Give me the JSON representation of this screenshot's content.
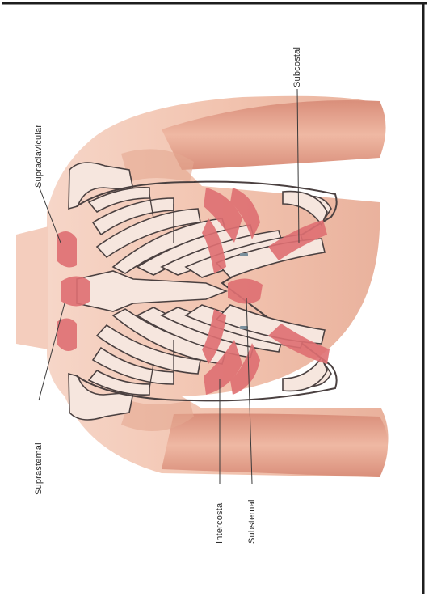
{
  "figure": {
    "labels": {
      "supraclavicular": "Supraclavicular",
      "subcostal": "Subcostal",
      "suprasternal": "Suprasternal",
      "intercostal": "Intercostal",
      "substernal": "Substernal"
    },
    "colors": {
      "background": "#ffffff",
      "skin": "#f2c4b0",
      "skin_shadow": "#d98e7a",
      "retraction": "#df6f72",
      "bone_outline": "#4a4040",
      "frame": "#1e1e1e"
    }
  }
}
